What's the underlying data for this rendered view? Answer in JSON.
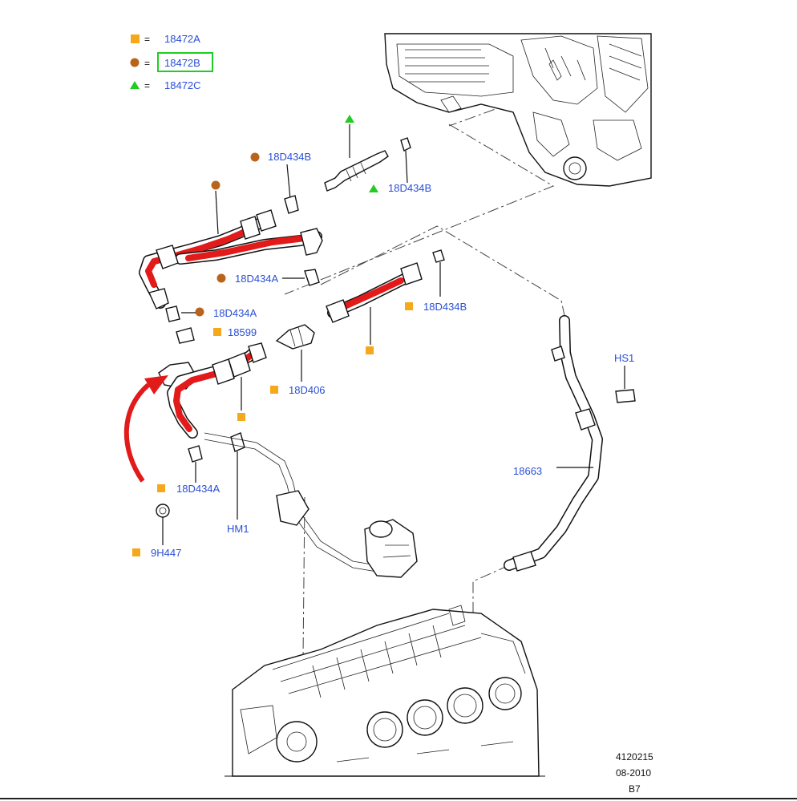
{
  "legend": [
    {
      "symbol": "square",
      "color": "#f5a81c",
      "eq": "=",
      "code": "18472A",
      "highlighted": false
    },
    {
      "symbol": "circle",
      "color": "#b8651b",
      "eq": "=",
      "code": "18472B",
      "highlighted": true
    },
    {
      "symbol": "triangle",
      "color": "#22cc22",
      "eq": "=",
      "code": "18472C",
      "highlighted": false
    }
  ],
  "highlight_color": "#22cc22",
  "hose_highlight_color": "#e21a1a",
  "callouts": {
    "c1": "18D434B",
    "c2": "18D434B",
    "c3": "18D434A",
    "c4": "18D434A",
    "c5": "18599",
    "c6": "18D434B",
    "c7": "18D406",
    "c8": "18D434A",
    "c9": "HM1",
    "c10": "9H447",
    "c11": "HS1",
    "c12": "18663"
  },
  "footer": {
    "line1": "4120215",
    "line2": "08-2010",
    "line3": "B7"
  }
}
